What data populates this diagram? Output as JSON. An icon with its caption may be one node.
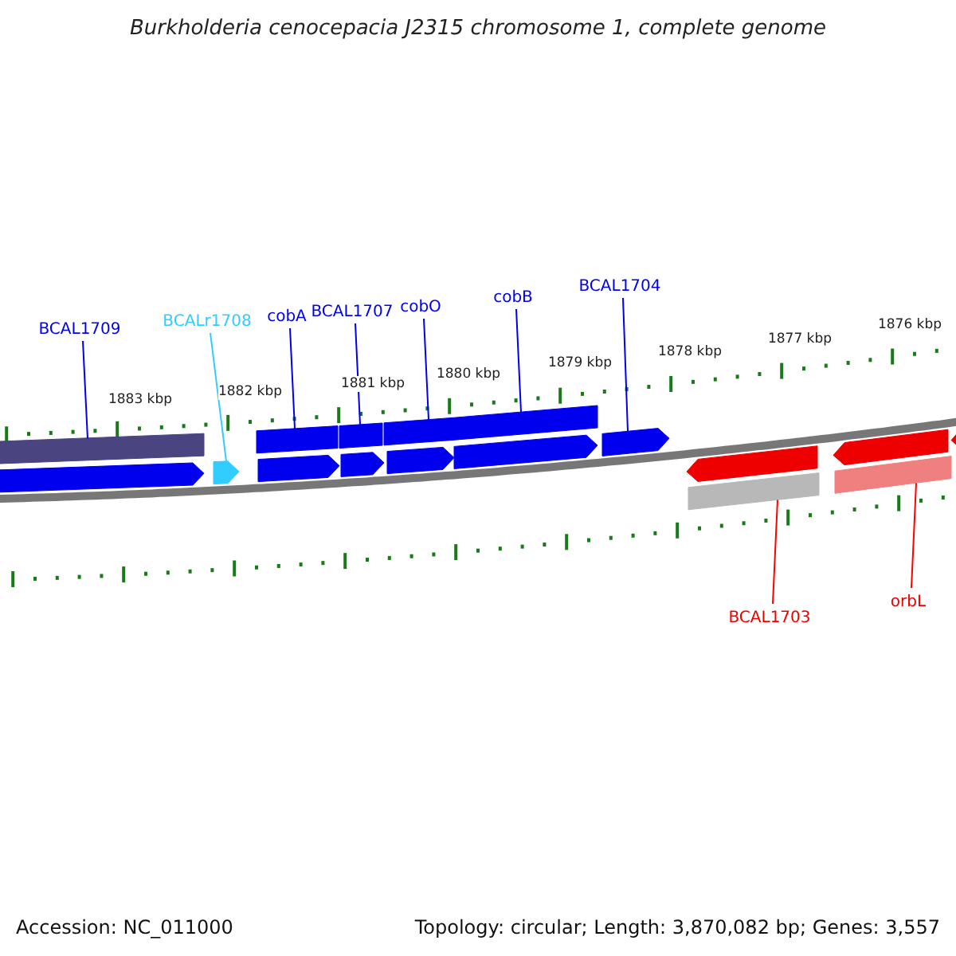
{
  "diagram": {
    "title": "Burkholderia cenocepacia J2315 chromosome 1, complete genome",
    "nodes": [
      {
        "text": [
          "BCAL1709"
        ]
      },
      {
        "text": [
          "BCALr1708"
        ]
      },
      {
        "text": [
          "cobA"
        ]
      },
      {
        "text": [
          "BCAL1707"
        ]
      },
      {
        "text": [
          "cobO"
        ]
      },
      {
        "text": [
          "cobB"
        ]
      },
      {
        "text": [
          "BCAL1704"
        ]
      },
      {
        "text": [
          "BCAL1703"
        ]
      },
      {
        "text": [
          "orbL"
        ]
      },
      {
        "text": [],
        "shape": "bar"
      },
      {
        "text": [],
        "shape": "bar"
      },
      {
        "text": [],
        "shape": "bar"
      },
      {
        "text": [],
        "shape": "bar"
      },
      {
        "text": [],
        "shape": "bar"
      },
      {
        "text": [],
        "shape": "arrow"
      },
      {
        "text": [],
        "shape": "arrow"
      },
      {
        "text": [],
        "shape": "arrow"
      },
      {
        "text": [],
        "shape": "arrow"
      },
      {
        "text": [],
        "shape": "arrow"
      },
      {
        "text": [],
        "shape": "arrow"
      },
      {
        "text": [],
        "shape": "arrow"
      },
      {
        "text": [],
        "shape": "arrow"
      },
      {
        "text": [],
        "shape": "arrow"
      },
      {
        "text": [],
        "shape": "arrow"
      },
      {
        "text": [],
        "shape": "bar"
      },
      {
        "text": [],
        "shape": "bar"
      }
    ],
    "edges": [
      {
        "from": 0,
        "to": 9,
        "arrow": "none"
      },
      {
        "from": 1,
        "to": 15,
        "arrow": "none",
        "color": "#33ccff"
      },
      {
        "from": 2,
        "to": 10,
        "arrow": "none"
      },
      {
        "from": 3,
        "to": 11,
        "arrow": "none"
      },
      {
        "from": 4,
        "to": 12,
        "arrow": "none"
      },
      {
        "from": 5,
        "to": 13,
        "arrow": "none"
      },
      {
        "from": 6,
        "to": 20,
        "arrow": "none"
      },
      {
        "from": 7,
        "to": 24,
        "arrow": "none",
        "color": "#ff0000"
      },
      {
        "from": 8,
        "to": 25,
        "arrow": "none",
        "color": "#ff0000"
      }
    ],
    "labels": [
      "1883 kbp",
      "1882 kbp",
      "1881 kbp",
      "1880 kbp",
      "1879 kbp",
      "1878 kbp",
      "1877 kbp",
      "1876 kbp",
      "Accession: NC_011000",
      "Topology: circular; Length: 3,870,082 bp; Genes: 3,557"
    ]
  }
}
